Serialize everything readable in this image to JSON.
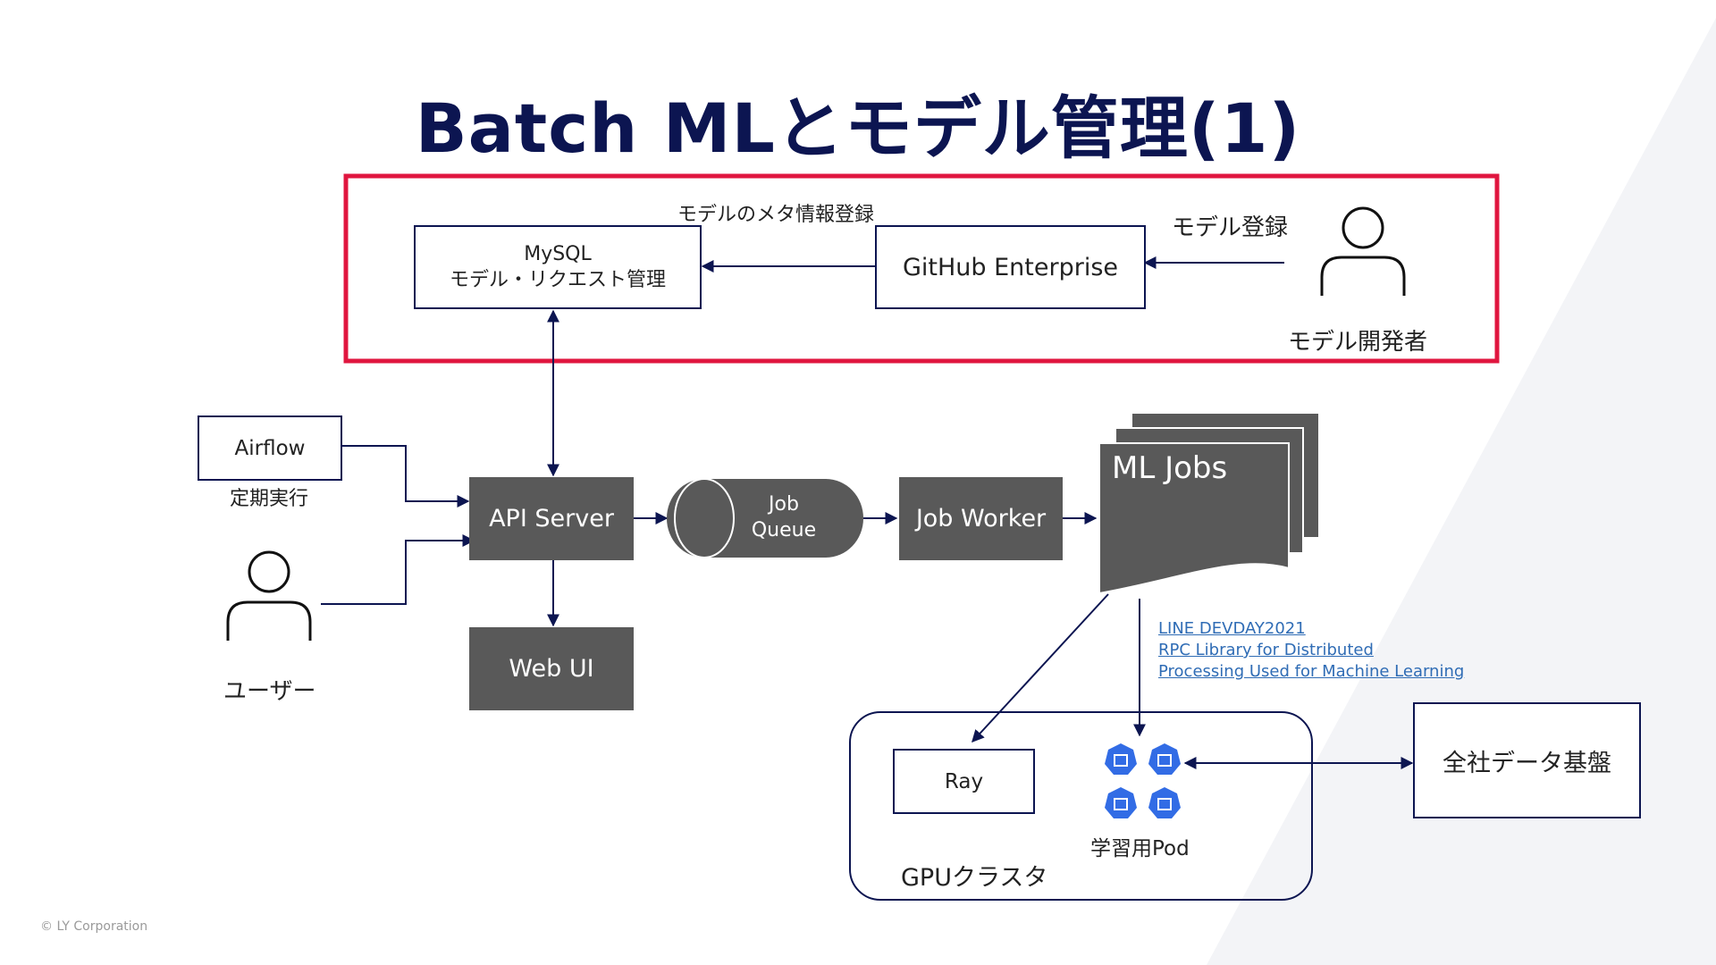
{
  "slide": {
    "title": "Batch MLとモデル管理(1)",
    "footer": "© LY Corporation"
  },
  "registry_section": {
    "meta_label": "モデルのメタ情報登録",
    "mysql": {
      "line1": "MySQL",
      "line2": "モデル・リクエスト管理"
    },
    "github": "GitHub Enterprise",
    "register_label": "モデル登録",
    "developer_label": "モデル開発者"
  },
  "pipeline": {
    "airflow": "Airflow",
    "schedule_label": "定期実行",
    "user_label": "ユーザー",
    "api_server": "API Server",
    "web_ui": "Web UI",
    "queue_line1": "Job",
    "queue_line2": "Queue",
    "job_worker": "Job Worker",
    "ml_jobs": "ML Jobs"
  },
  "reference": {
    "line1": "LINE DEVDAY2021",
    "line2": "RPC Library for Distributed",
    "line3": "Processing Used for Machine Learning"
  },
  "cluster": {
    "ray": "Ray",
    "pod_label": "学習用Pod",
    "cluster_label": "GPUクラスタ",
    "data_platform": "全社データ基盤"
  },
  "colors": {
    "navy": "#0c1551",
    "highlight_red": "#e0163f",
    "dark_box": "#595959",
    "kube_blue": "#326ce5",
    "link_blue": "#2f6cb5"
  },
  "icons": [
    "person-icon",
    "kubernetes-pod-icon",
    "arrow-icon"
  ]
}
